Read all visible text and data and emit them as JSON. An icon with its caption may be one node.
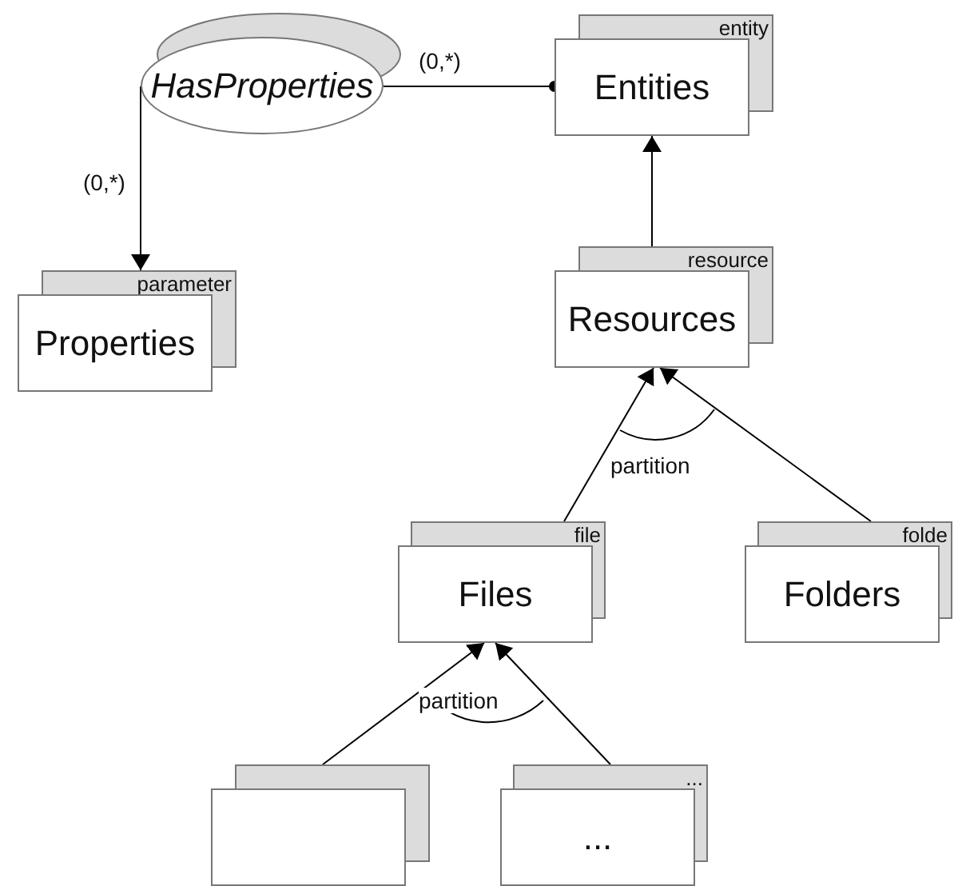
{
  "diagram": {
    "nodes": [
      {
        "text": [
          "HasProperties"
        ]
      },
      {
        "text": [
          "entity",
          "Entities"
        ]
      },
      {
        "text": [
          "parameter",
          "Properties"
        ]
      },
      {
        "text": [
          "resource",
          "Resources"
        ]
      },
      {
        "text": [
          "file",
          "Files"
        ]
      },
      {
        "text": [
          "folde",
          "Folders"
        ]
      },
      {
        "text": [],
        "shape": "box"
      },
      {
        "text": [
          "...",
          "..."
        ]
      }
    ],
    "edges": [
      {
        "from": 0,
        "to": 1,
        "arrow": "other",
        "label": "(0,*)"
      },
      {
        "from": 0,
        "to": 2,
        "arrow": "to",
        "label": "(0,*)"
      },
      {
        "from": 3,
        "to": 1,
        "arrow": "to"
      },
      {
        "from": 4,
        "to": 3,
        "arrow": "to"
      },
      {
        "from": 5,
        "to": 3,
        "arrow": "to"
      },
      {
        "from": 6,
        "to": 4,
        "arrow": "to"
      },
      {
        "from": 7,
        "to": 4,
        "arrow": "to"
      }
    ],
    "labels": [
      "partition",
      "partition"
    ]
  }
}
